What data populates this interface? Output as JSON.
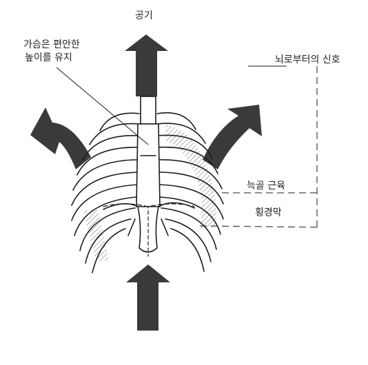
{
  "labels": {
    "air": "공기",
    "chest_line1": "가슴은 편안한",
    "chest_line2": "높이를 유지",
    "brain_signal": "뇌로부터의 신호",
    "rib_muscle": "늑골 근육",
    "diaphragm": "횡경막"
  },
  "colors": {
    "arrow": "#3a3a3a",
    "line": "#1a1a1a",
    "hatch": "#888888"
  }
}
